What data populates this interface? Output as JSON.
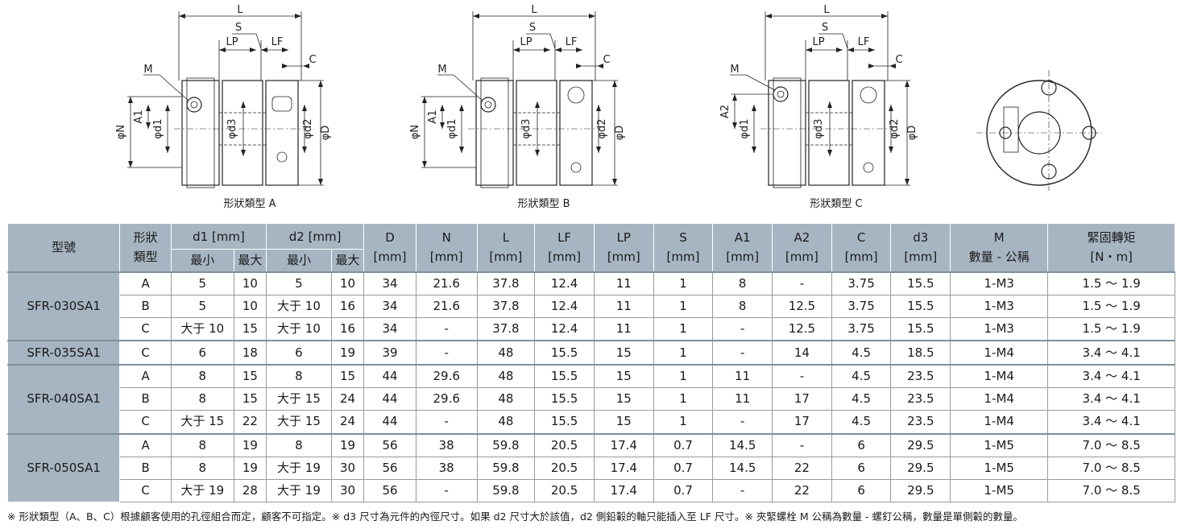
{
  "diagrams": [
    {
      "caption": "形狀類型 A",
      "type": "A"
    },
    {
      "caption": "形狀類型 B",
      "type": "B"
    },
    {
      "caption": "形狀類型 C",
      "type": "C"
    }
  ],
  "dim_labels": {
    "L": "L",
    "S": "S",
    "LP": "LP",
    "LF": "LF",
    "C": "C",
    "M": "M",
    "N": "φN",
    "A1": "A1",
    "A2": "A2",
    "d1": "φd1",
    "d3": "φd3",
    "d2": "φd2",
    "D": "φD"
  },
  "table": {
    "headers": {
      "model": "型號",
      "shape_type": [
        "形狀",
        "類型"
      ],
      "d1": "d1 [mm]",
      "d2": "d2 [mm]",
      "min": "最小",
      "max": "最大",
      "D": [
        "D",
        "[mm]"
      ],
      "N": [
        "N",
        "[mm]"
      ],
      "L": [
        "L",
        "[mm]"
      ],
      "LF": [
        "LF",
        "[mm]"
      ],
      "LP": [
        "LP",
        "[mm]"
      ],
      "S": [
        "S",
        "[mm]"
      ],
      "A1": [
        "A1",
        "[mm]"
      ],
      "A2": [
        "A2",
        "[mm]"
      ],
      "C": [
        "C",
        "[mm]"
      ],
      "d3": [
        "d3",
        "[mm]"
      ],
      "M": [
        "M",
        "數量 - 公稱"
      ],
      "torque": [
        "緊固轉矩",
        "[N・m]"
      ]
    },
    "groups": [
      {
        "model": "SFR-030SA1",
        "rows": [
          [
            "A",
            "5",
            "10",
            "5",
            "10",
            "34",
            "21.6",
            "37.8",
            "12.4",
            "11",
            "1",
            "8",
            "-",
            "3.75",
            "15.5",
            "1-M3",
            "1.5 ～ 1.9"
          ],
          [
            "B",
            "5",
            "10",
            "大于 10",
            "16",
            "34",
            "21.6",
            "37.8",
            "12.4",
            "11",
            "1",
            "8",
            "12.5",
            "3.75",
            "15.5",
            "1-M3",
            "1.5 ～ 1.9"
          ],
          [
            "C",
            "大于 10",
            "15",
            "大于 10",
            "16",
            "34",
            "-",
            "37.8",
            "12.4",
            "11",
            "1",
            "-",
            "12.5",
            "3.75",
            "15.5",
            "1-M3",
            "1.5 ～ 1.9"
          ]
        ]
      },
      {
        "model": "SFR-035SA1",
        "rows": [
          [
            "C",
            "6",
            "18",
            "6",
            "19",
            "39",
            "-",
            "48",
            "15.5",
            "15",
            "1",
            "-",
            "14",
            "4.5",
            "18.5",
            "1-M4",
            "3.4 ～ 4.1"
          ]
        ]
      },
      {
        "model": "SFR-040SA1",
        "rows": [
          [
            "A",
            "8",
            "15",
            "8",
            "15",
            "44",
            "29.6",
            "48",
            "15.5",
            "15",
            "1",
            "11",
            "-",
            "4.5",
            "23.5",
            "1-M4",
            "3.4 ～ 4.1"
          ],
          [
            "B",
            "8",
            "15",
            "大于 15",
            "24",
            "44",
            "29.6",
            "48",
            "15.5",
            "15",
            "1",
            "11",
            "17",
            "4.5",
            "23.5",
            "1-M4",
            "3.4 ～ 4.1"
          ],
          [
            "C",
            "大于 15",
            "22",
            "大于 15",
            "24",
            "44",
            "-",
            "48",
            "15.5",
            "15",
            "1",
            "-",
            "17",
            "4.5",
            "23.5",
            "1-M4",
            "3.4 ～ 4.1"
          ]
        ]
      },
      {
        "model": "SFR-050SA1",
        "rows": [
          [
            "A",
            "8",
            "19",
            "8",
            "19",
            "56",
            "38",
            "59.8",
            "20.5",
            "17.4",
            "0.7",
            "14.5",
            "-",
            "6",
            "29.5",
            "1-M5",
            "7.0 ～ 8.5"
          ],
          [
            "B",
            "8",
            "19",
            "大于 19",
            "30",
            "56",
            "38",
            "59.8",
            "20.5",
            "17.4",
            "0.7",
            "14.5",
            "22",
            "6",
            "29.5",
            "1-M5",
            "7.0 ～ 8.5"
          ],
          [
            "C",
            "大于 19",
            "28",
            "大于 19",
            "30",
            "56",
            "-",
            "59.8",
            "20.5",
            "17.4",
            "0.7",
            "-",
            "22",
            "6",
            "29.5",
            "1-M5",
            "7.0 ～ 8.5"
          ]
        ]
      }
    ]
  },
  "footnote": "※ 形狀類型（A、B、C）根據顧客使用的孔徑組合而定，顧客不可指定。※ d3 尺寸為元件的內徑尺寸。如果 d2 尺寸大於該值，d2 側鉛轂的軸只能插入至 LF 尺寸。※ 夾緊螺栓 M 公稱為數量 - 螺釘公稱，數量是單側轂的數量。",
  "colors": {
    "header_bg": "#a7b5c2",
    "body_bg": "#ffffff",
    "line": "#222222"
  }
}
